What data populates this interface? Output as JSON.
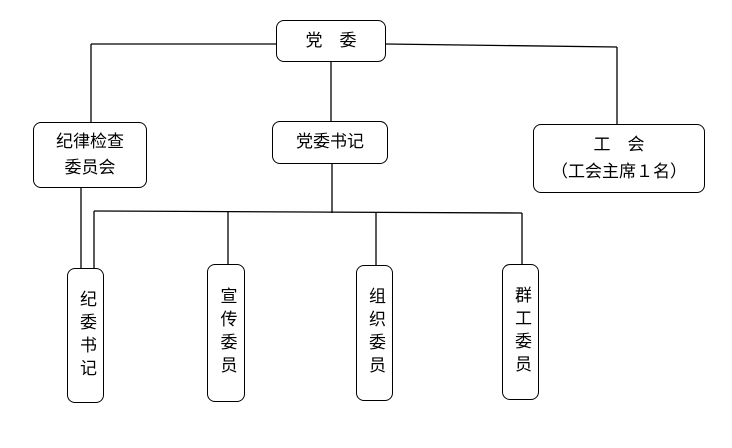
{
  "org_chart": {
    "root": {
      "label": "党　委"
    },
    "level2": {
      "discipline": {
        "line1": "纪律检查",
        "line2": "委员会"
      },
      "secretary": {
        "label": "党委书记"
      },
      "union": {
        "line1": "工　会",
        "line2": "（工会主席１名）"
      }
    },
    "members": [
      {
        "label": "纪委书记"
      },
      {
        "label": "宣传委员"
      },
      {
        "label": "组织委员"
      },
      {
        "label": "群工委员"
      }
    ]
  },
  "colors": {
    "line": "#000000",
    "box_border": "#000000",
    "background": "#ffffff"
  }
}
